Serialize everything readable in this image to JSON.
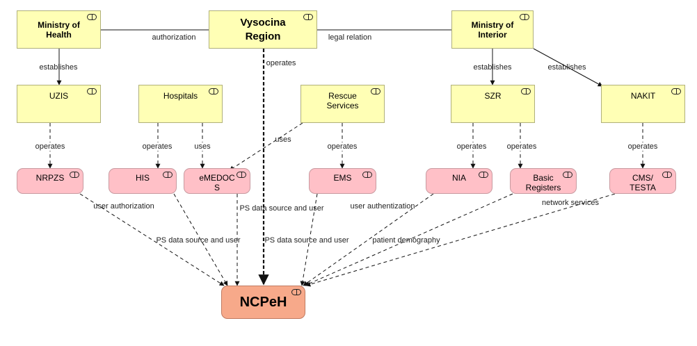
{
  "nodes": {
    "moh": "Ministry of Health",
    "vysocina": "Vysocina Region",
    "moi": "Ministry of Interior",
    "uzis": "UZIS",
    "hospitals": "Hospitals",
    "rescue": "Rescue Services",
    "szr": "SZR",
    "nakit": "NAKIT",
    "nrpzs": "NRPZS",
    "his": "HIS",
    "emedocs": "eMEDOCS",
    "ems": "EMS",
    "nia": "NIA",
    "basic_registers": "Basic Registers",
    "cms_testa": "CMS/ TESTA",
    "ncpeh": "NCPeH"
  },
  "edge_labels": {
    "authorization": "authorization",
    "legal_relation": "legal relation",
    "establishes_uzis": "establishes",
    "operates_region": "operates",
    "establishes_szr": "establishes",
    "establishes_nakit": "establishes",
    "operates_nrpzs": "operates",
    "operates_his": "operates",
    "uses_emedocs": "uses",
    "uses_rescue": "uses",
    "operates_ems": "operates",
    "operates_nia": "operates",
    "operates_basic": "operates",
    "operates_cms": "operates",
    "user_authorization": "user authorization",
    "ps_his": "PS data source and user",
    "ps_emedocs": "PS data source and user",
    "ps_ems": "PS data source and user",
    "user_authentization": "user authentization",
    "patient_demography": "patient demography",
    "network_services": "network services"
  }
}
